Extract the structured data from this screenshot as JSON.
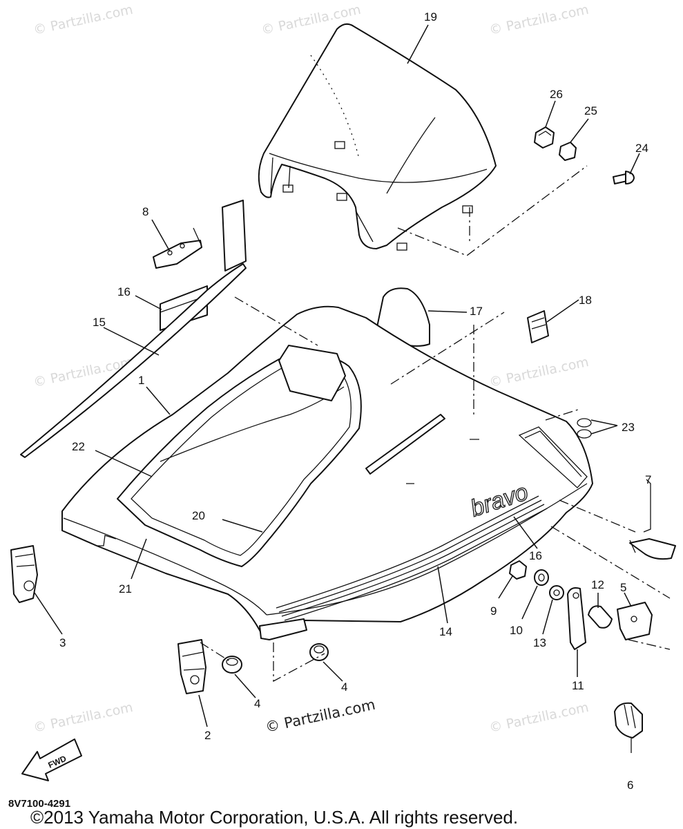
{
  "diagram": {
    "callouts": [
      {
        "id": "c19",
        "text": "19"
      },
      {
        "id": "c26",
        "text": "26"
      },
      {
        "id": "c25",
        "text": "25"
      },
      {
        "id": "c24",
        "text": "24"
      },
      {
        "id": "c8",
        "text": "8"
      },
      {
        "id": "c16a",
        "text": "16"
      },
      {
        "id": "c15",
        "text": "15"
      },
      {
        "id": "c17",
        "text": "17"
      },
      {
        "id": "c18",
        "text": "18"
      },
      {
        "id": "c1",
        "text": "1"
      },
      {
        "id": "c22",
        "text": "22"
      },
      {
        "id": "c23",
        "text": "23"
      },
      {
        "id": "c7",
        "text": "7"
      },
      {
        "id": "c20",
        "text": "20"
      },
      {
        "id": "c16b",
        "text": "16"
      },
      {
        "id": "c21",
        "text": "21"
      },
      {
        "id": "c3",
        "text": "3"
      },
      {
        "id": "c9",
        "text": "9"
      },
      {
        "id": "c10",
        "text": "10"
      },
      {
        "id": "c13",
        "text": "13"
      },
      {
        "id": "c12",
        "text": "12"
      },
      {
        "id": "c5",
        "text": "5"
      },
      {
        "id": "c14",
        "text": "14"
      },
      {
        "id": "c11",
        "text": "11"
      },
      {
        "id": "c4a",
        "text": "4"
      },
      {
        "id": "c4b",
        "text": "4"
      },
      {
        "id": "c2",
        "text": "2"
      },
      {
        "id": "c6",
        "text": "6"
      }
    ],
    "logo_text": "bravo",
    "fwd_label": "FWD",
    "diagram_code": "8V7100-4291"
  },
  "watermark": {
    "text": "© Partzilla.com",
    "main_text": "© Partzilla.com"
  },
  "footer": {
    "copyright": "©2013 Yamaha Motor Corporation, U.S.A. All rights reserved."
  }
}
